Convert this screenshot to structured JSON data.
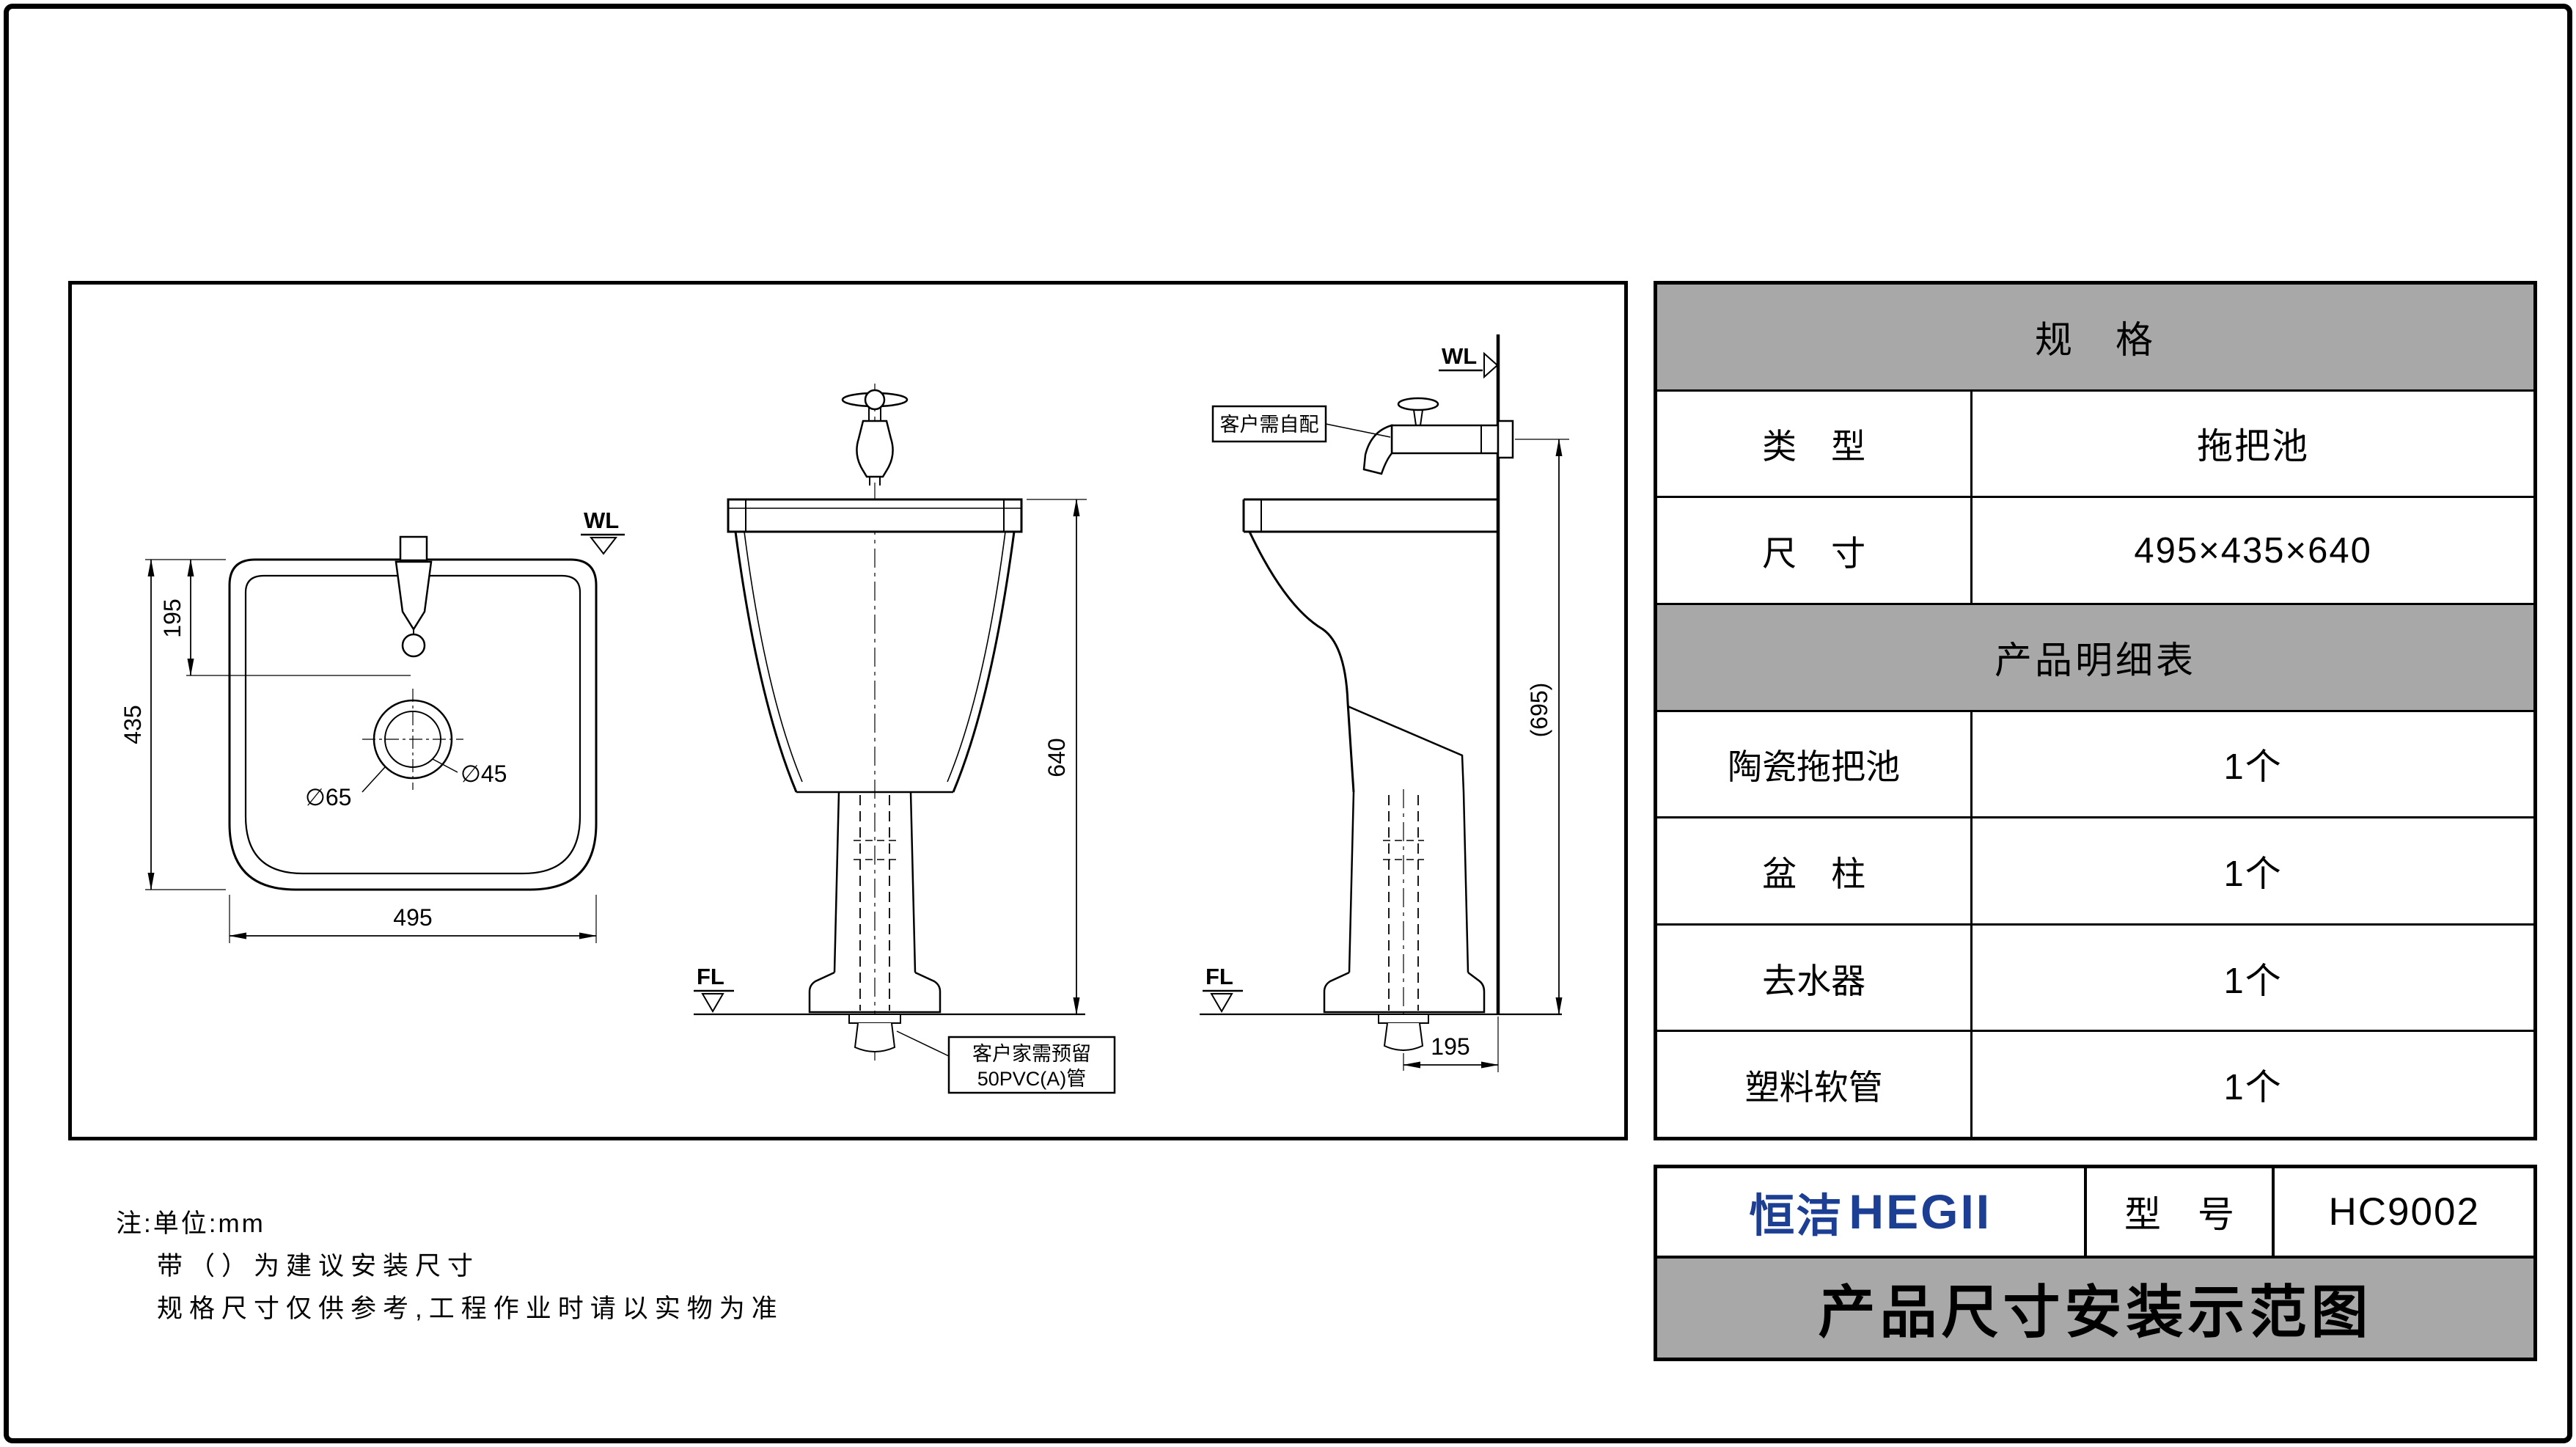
{
  "drawing": {
    "plan": {
      "wl_label": "WL",
      "dim_depth": "435",
      "dim_faucet_offset": "195",
      "dim_width": "495",
      "drain_outer_dia": "∅65",
      "drain_inner_dia": "∅45"
    },
    "front": {
      "dim_height": "640",
      "fl_label": "FL",
      "pipe_note_line1": "客户家需预留",
      "pipe_note_line2": "50PVC(A)管"
    },
    "side": {
      "wl_label": "WL",
      "fl_label": "FL",
      "faucet_note": "客户需自配",
      "dim_install_height": "(695)",
      "dim_drain_to_wall": "195"
    }
  },
  "spec_table": {
    "header": "规　格",
    "rows": [
      {
        "label": "类　型",
        "value": "拖把池"
      },
      {
        "label": "尺　寸",
        "value": "495×435×640"
      }
    ],
    "detail_header": "产品明细表",
    "detail_rows": [
      {
        "label": "陶瓷拖把池",
        "value": "1个"
      },
      {
        "label": "盆　柱",
        "value": "1个"
      },
      {
        "label": "去水器",
        "value": "1个"
      },
      {
        "label": "塑料软管",
        "value": "1个"
      }
    ]
  },
  "title_block": {
    "brand_cn": "恒洁",
    "brand_en": "HEGII",
    "model_label": "型　号",
    "model_value": "HC9002",
    "title": "产品尺寸安装示范图"
  },
  "notes": {
    "line1": "注:单位:mm",
    "line2": "带（）为建议安装尺寸",
    "line3": "规格尺寸仅供参考,工程作业时请以实物为准"
  },
  "colors": {
    "header_gray": "#a8a8a8",
    "brand_navy": "#1c3e93",
    "line_color": "#000000"
  }
}
